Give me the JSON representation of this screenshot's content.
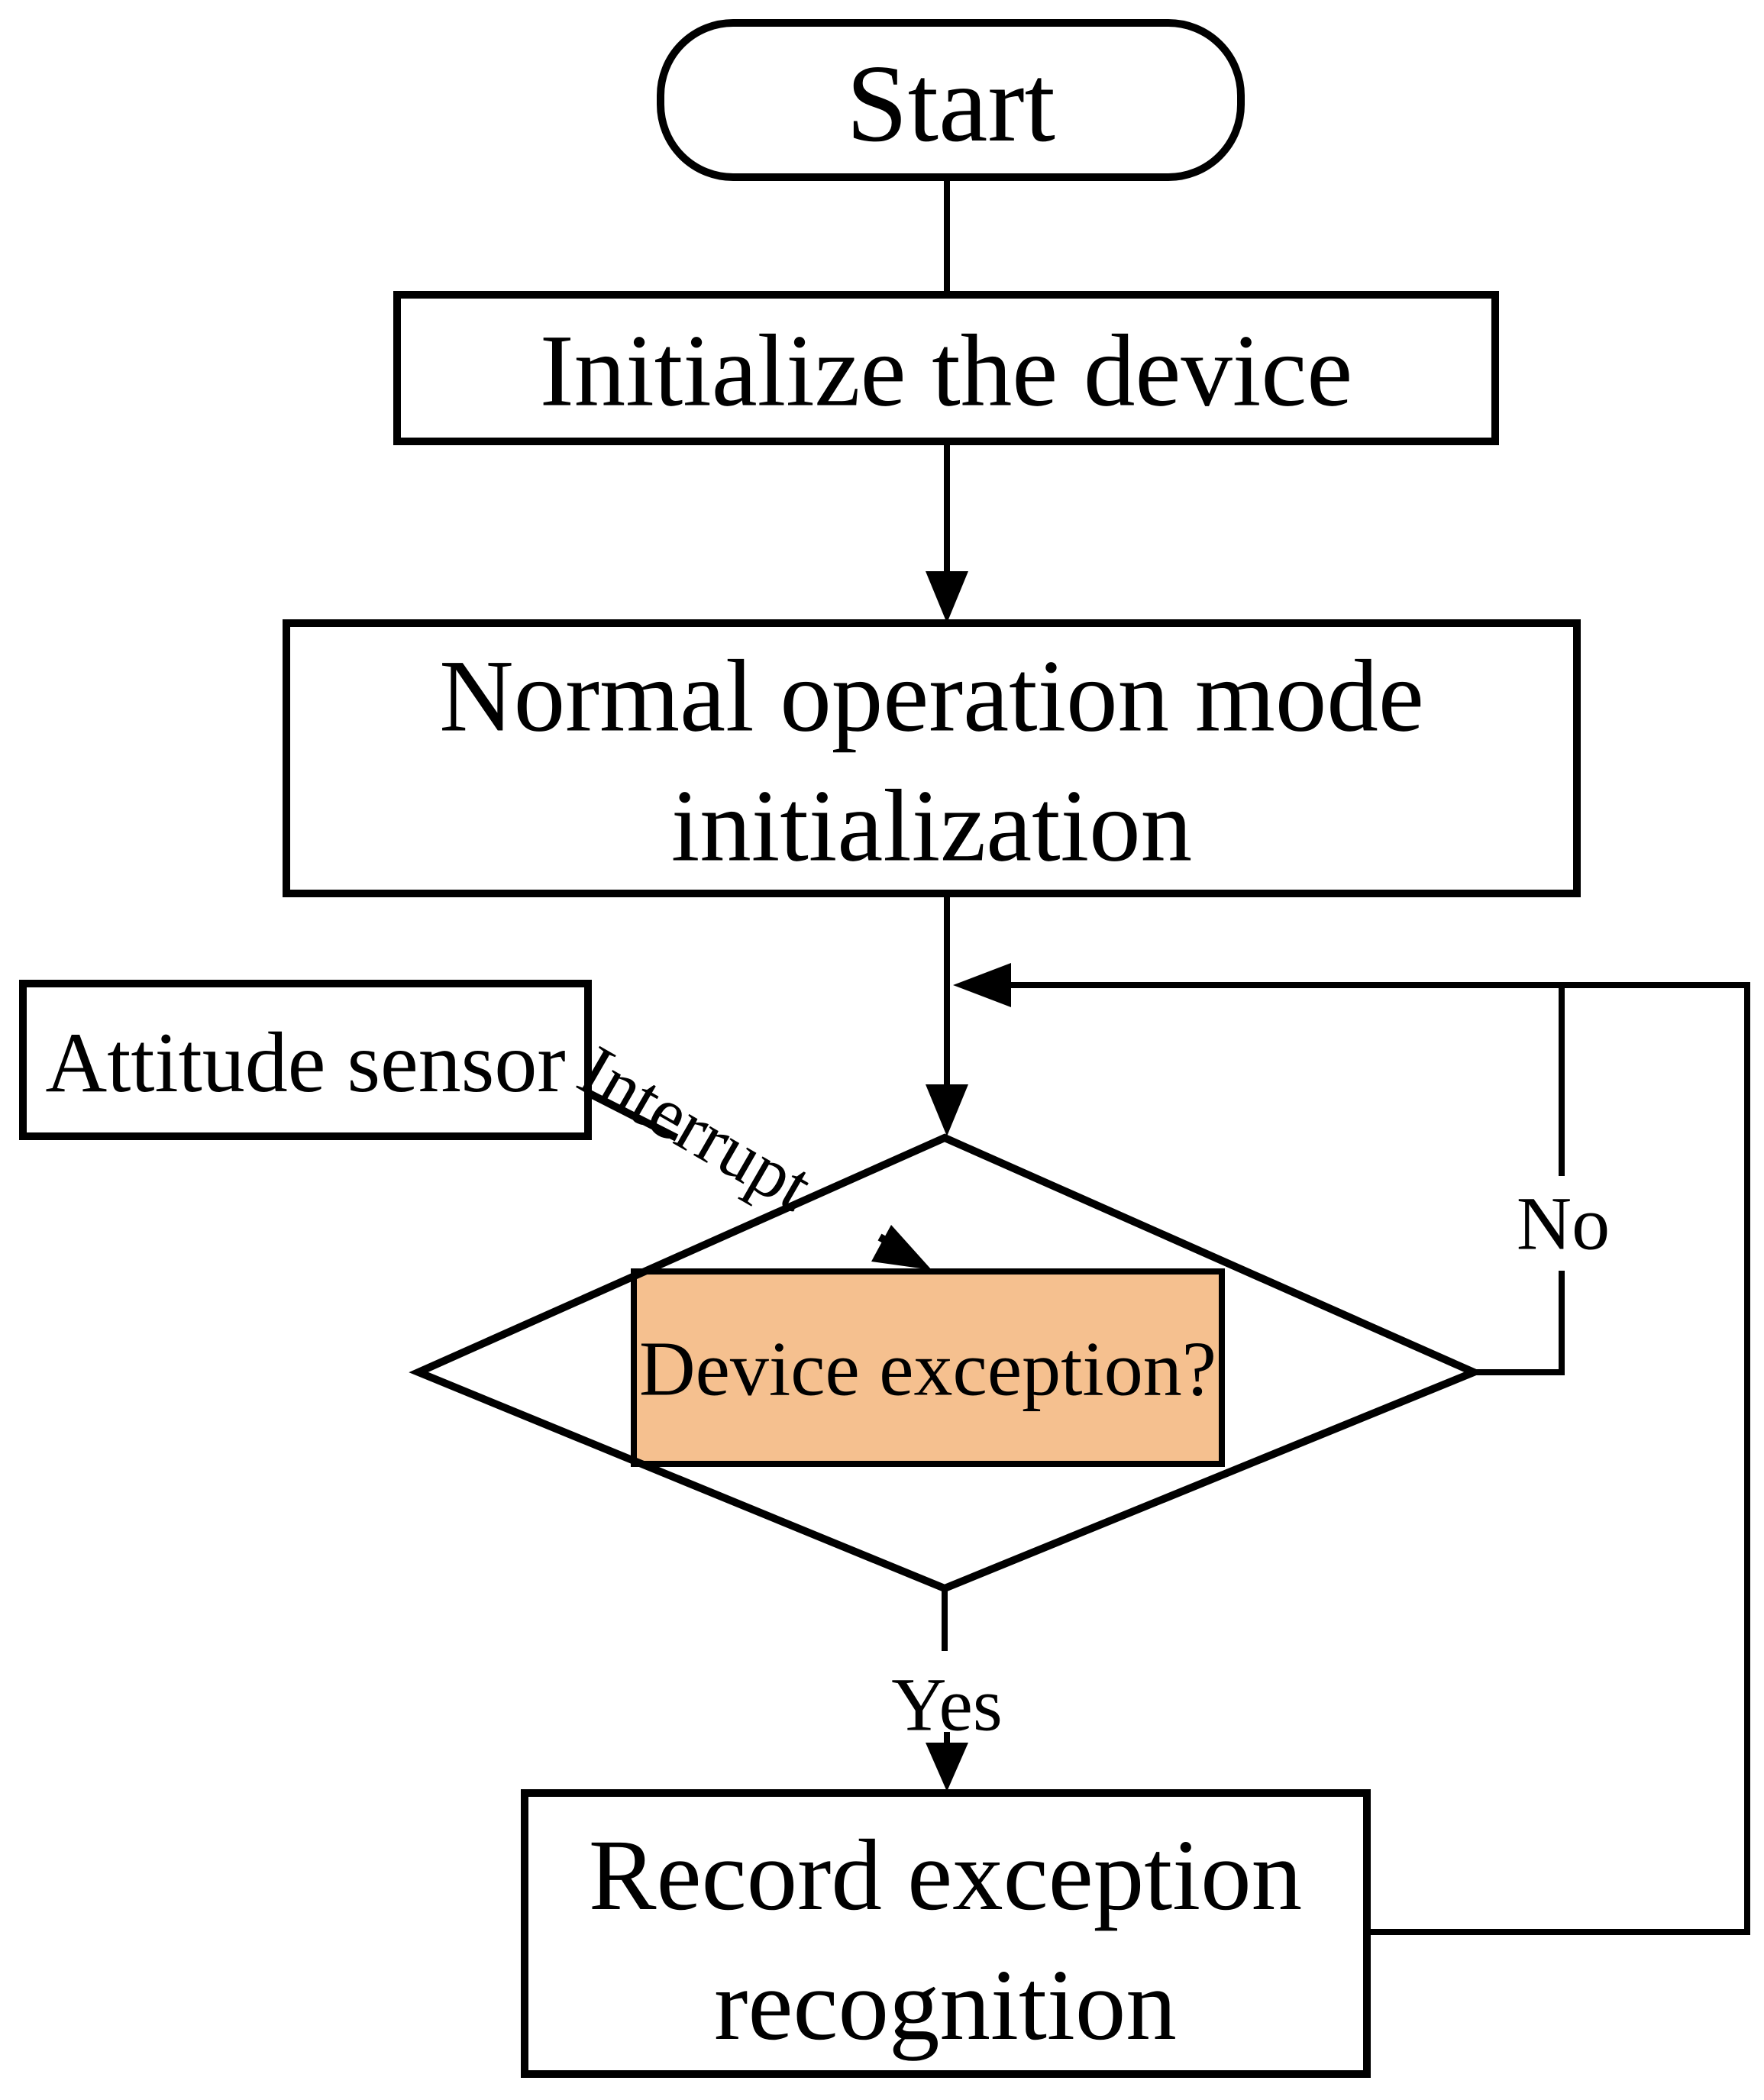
{
  "figure": {
    "background": "#ffffff",
    "line_color": "#000000",
    "decision_fill": "#f5c08f"
  },
  "nodes": {
    "start": {
      "label": "Start"
    },
    "initialize": {
      "label": "Initialize the device"
    },
    "normal_init": {
      "label_line1": "Normal operation mode",
      "label_line2": "initialization"
    },
    "attitude_sensor": {
      "label": "Attitude sensor"
    },
    "device_exception": {
      "label": "Device exception?"
    },
    "record_exception": {
      "label_line1": "Record exception",
      "label_line2": "recognition"
    }
  },
  "edges": {
    "interrupt_label": "Interrupt",
    "no_label": "No",
    "yes_label": "Yes"
  }
}
